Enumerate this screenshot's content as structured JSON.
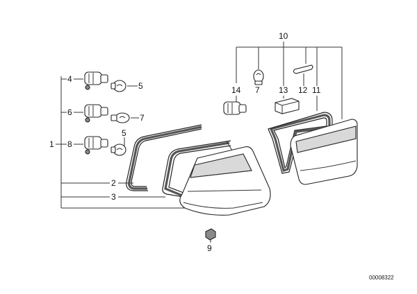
{
  "labels": {
    "l1": "1",
    "l2": "2",
    "l3": "3",
    "l4": "4",
    "l5a": "5",
    "l5b": "5",
    "l6": "6",
    "l7a": "7",
    "l7b": "7",
    "l8": "8",
    "l9": "9",
    "l10": "10",
    "l11": "11",
    "l12": "12",
    "l13": "13",
    "l14": "14"
  },
  "reference_code": "00008322"
}
